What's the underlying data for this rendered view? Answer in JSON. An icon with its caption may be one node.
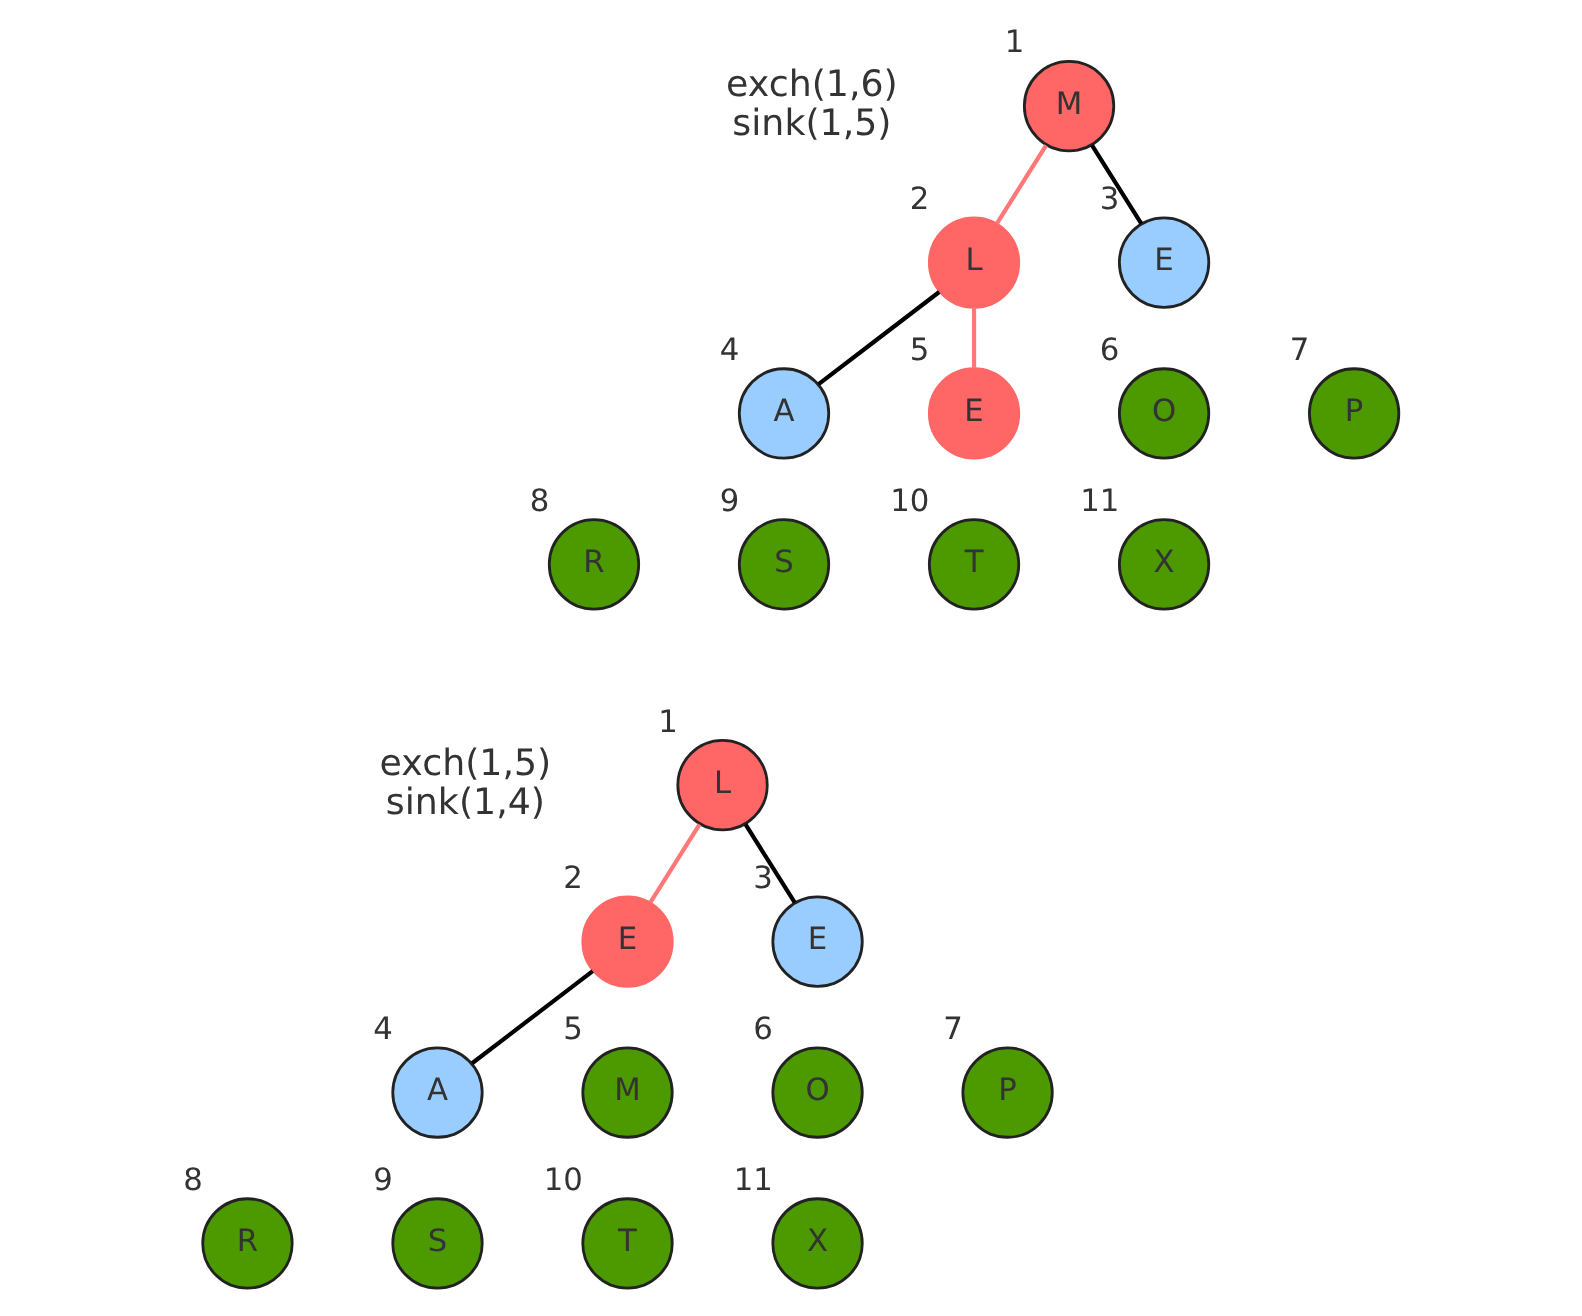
{
  "diagram": {
    "nodes": [
      {
        "text": [
          "M"
        ],
        "beside": [
          "1"
        ]
      },
      {
        "text": [
          "L"
        ],
        "beside": [
          "2"
        ]
      },
      {
        "text": [
          "E"
        ],
        "beside": [
          "3"
        ]
      },
      {
        "text": [
          "A"
        ],
        "beside": [
          "4"
        ]
      },
      {
        "text": [
          "E"
        ],
        "beside": [
          "5"
        ]
      },
      {
        "text": [
          "O"
        ],
        "beside": [
          "6"
        ]
      },
      {
        "text": [
          "P"
        ],
        "beside": [
          "7"
        ]
      },
      {
        "text": [
          "R"
        ],
        "beside": [
          "8"
        ]
      },
      {
        "text": [
          "S"
        ],
        "beside": [
          "9"
        ]
      },
      {
        "text": [
          "T"
        ],
        "beside": [
          "10"
        ]
      },
      {
        "text": [
          "X"
        ],
        "beside": [
          "11"
        ]
      },
      {
        "text": [
          "L"
        ],
        "beside": [
          "1"
        ]
      },
      {
        "text": [
          "E"
        ],
        "beside": [
          "2"
        ]
      },
      {
        "text": [
          "E"
        ],
        "beside": [
          "3"
        ]
      },
      {
        "text": [
          "A"
        ],
        "beside": [
          "4"
        ]
      },
      {
        "text": [
          "M"
        ],
        "beside": [
          "5"
        ]
      },
      {
        "text": [
          "O"
        ],
        "beside": [
          "6"
        ]
      },
      {
        "text": [
          "P"
        ],
        "beside": [
          "7"
        ]
      },
      {
        "text": [
          "R"
        ],
        "beside": [
          "8"
        ]
      },
      {
        "text": [
          "S"
        ],
        "beside": [
          "9"
        ]
      },
      {
        "text": [
          "T"
        ],
        "beside": [
          "10"
        ]
      },
      {
        "text": [
          "X"
        ],
        "beside": [
          "11"
        ]
      }
    ],
    "edges": [
      {
        "from": 0,
        "to": 1,
        "arrow": "none",
        "color": "#ff7777"
      },
      {
        "from": 0,
        "to": 2,
        "arrow": "none"
      },
      {
        "from": 1,
        "to": 3,
        "arrow": "none"
      },
      {
        "from": 1,
        "to": 4,
        "arrow": "none",
        "color": "#ff7777"
      },
      {
        "from": 11,
        "to": 12,
        "arrow": "none",
        "color": "#ff7777"
      },
      {
        "from": 11,
        "to": 13,
        "arrow": "none"
      },
      {
        "from": 12,
        "to": 14,
        "arrow": "none"
      }
    ],
    "labels": [
      "exch(1,6)",
      "sink(1,5)",
      "exch(1,5)",
      "sink(1,4)"
    ]
  }
}
